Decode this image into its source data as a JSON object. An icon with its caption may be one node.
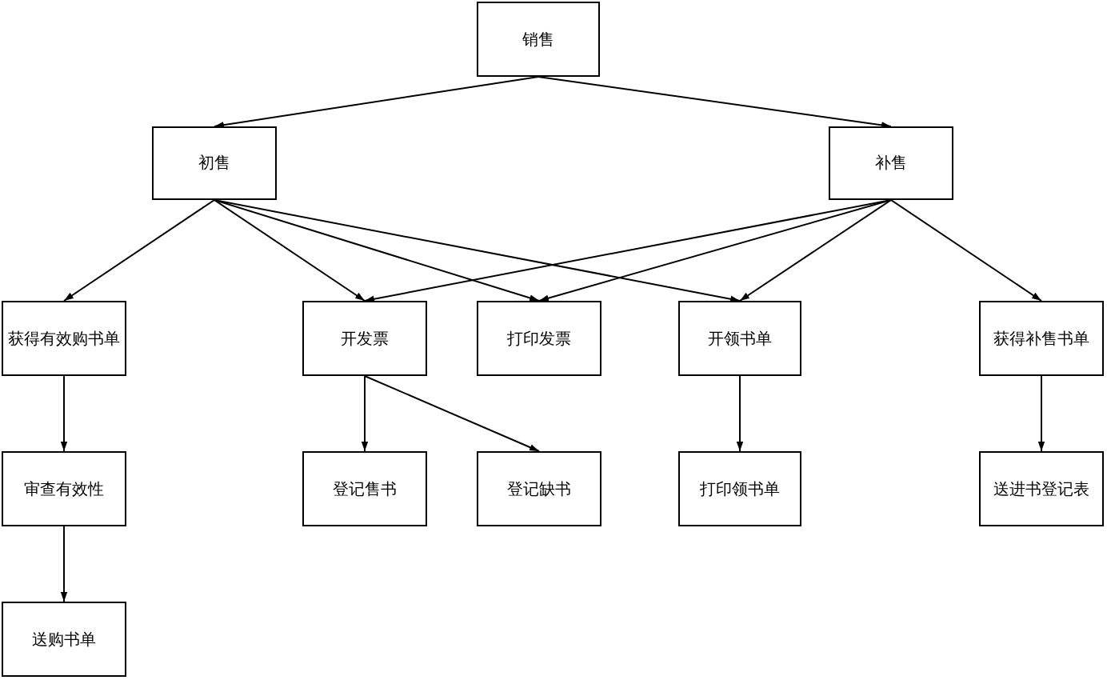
{
  "diagram": {
    "nodes": [
      {
        "text": [
          "销售"
        ]
      },
      {
        "text": [
          "初售"
        ]
      },
      {
        "text": [
          "补售"
        ]
      },
      {
        "text": [
          "获得有效购书单"
        ]
      },
      {
        "text": [
          "开发票"
        ]
      },
      {
        "text": [
          "打印发票"
        ]
      },
      {
        "text": [
          "开领书单"
        ]
      },
      {
        "text": [
          "获得补售书单"
        ]
      },
      {
        "text": [
          "审查有效性"
        ]
      },
      {
        "text": [
          "登记售书"
        ]
      },
      {
        "text": [
          "登记缺书"
        ]
      },
      {
        "text": [
          "打印领书单"
        ]
      },
      {
        "text": [
          "送进书登记表"
        ]
      },
      {
        "text": [
          "送购书单"
        ]
      }
    ],
    "edges": [
      {
        "from": 0,
        "to": 1,
        "arrow": "to"
      },
      {
        "from": 0,
        "to": 2,
        "arrow": "to"
      },
      {
        "from": 1,
        "to": 3,
        "arrow": "to"
      },
      {
        "from": 1,
        "to": 4,
        "arrow": "to"
      },
      {
        "from": 1,
        "to": 5,
        "arrow": "to"
      },
      {
        "from": 1,
        "to": 6,
        "arrow": "to"
      },
      {
        "from": 2,
        "to": 4,
        "arrow": "to"
      },
      {
        "from": 2,
        "to": 5,
        "arrow": "to"
      },
      {
        "from": 2,
        "to": 6,
        "arrow": "to"
      },
      {
        "from": 2,
        "to": 7,
        "arrow": "to"
      },
      {
        "from": 3,
        "to": 8,
        "arrow": "to"
      },
      {
        "from": 8,
        "to": 13,
        "arrow": "to"
      },
      {
        "from": 4,
        "to": 9,
        "arrow": "to"
      },
      {
        "from": 4,
        "to": 10,
        "arrow": "to"
      },
      {
        "from": 6,
        "to": 11,
        "arrow": "to"
      },
      {
        "from": 7,
        "to": 12,
        "arrow": "to"
      }
    ]
  }
}
